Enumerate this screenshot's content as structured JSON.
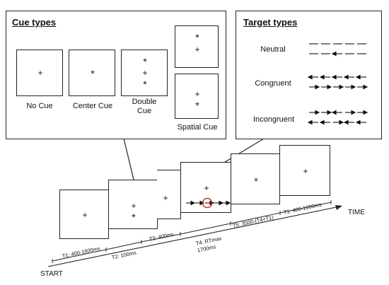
{
  "cue_panel": {
    "title": "Cue types",
    "cues": [
      {
        "label": "No Cue"
      },
      {
        "label": "Center Cue"
      },
      {
        "label": "Double Cue"
      },
      {
        "label": "Spatial Cue"
      }
    ],
    "symbols": {
      "fixation": "+",
      "cue": "*"
    }
  },
  "target_panel": {
    "title": "Target types",
    "types": [
      {
        "label": "Neutral"
      },
      {
        "label": "Congruent"
      },
      {
        "label": "Incongruent"
      }
    ]
  },
  "timeline": {
    "start_label": "START",
    "time_label": "TIME",
    "intervals": [
      {
        "label": "T1: 400-1600ms"
      },
      {
        "label": "T2: 100ms"
      },
      {
        "label": "T3: 400ms"
      },
      {
        "label": "T4: RTmax\n1700ms"
      },
      {
        "label": "T5: 3500-(T4+T1)"
      },
      {
        "label": "T1: 400-1600ms"
      }
    ]
  },
  "colors": {
    "target_highlight": "#d9261c",
    "stroke": "#222222"
  }
}
